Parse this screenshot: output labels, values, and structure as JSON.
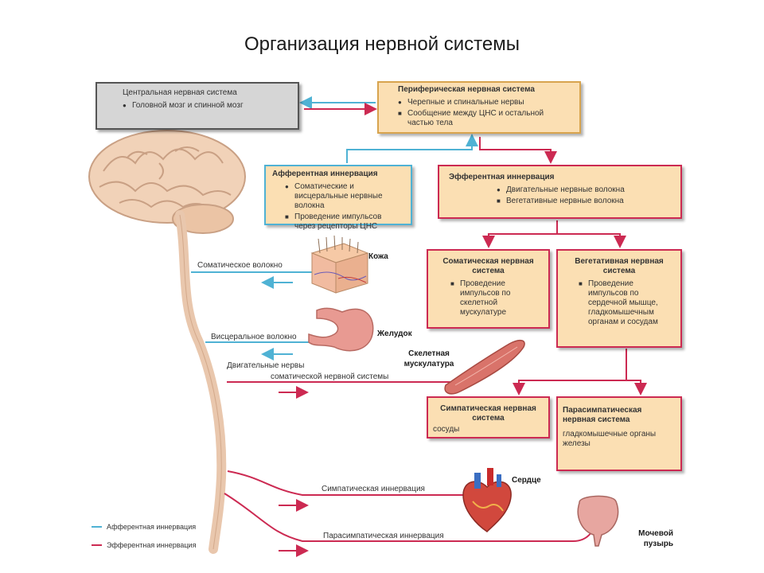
{
  "title": "Организация нервной системы",
  "colors": {
    "afferent": "#4fb2d4",
    "efferent": "#cc2a52",
    "box_fill": "#fbdfb3",
    "cns_fill": "#d6d6d6"
  },
  "cns": {
    "heading": "Центральная нервная система",
    "items": [
      "Головной мозг и спинной мозг"
    ]
  },
  "pns": {
    "heading": "Периферическая нервная система",
    "items": [
      "Черепные и спинальные нервы",
      "Сообщение между ЦНС и остальной частью тела"
    ]
  },
  "afferent": {
    "heading": "Афферентная иннервация",
    "items": [
      "Соматические и висцеральные нервные волокна",
      "Проведение импульсов через рецепторы ЦНС"
    ]
  },
  "efferent": {
    "heading": "Эфферентная иннервация",
    "items": [
      "Двигательные нервные волокна",
      "Вегетативные нервные волокна"
    ]
  },
  "somatic": {
    "heading": "Соматическая нервная система",
    "items": [
      "Проведение импульсов по скелетной мускулатуре"
    ]
  },
  "vegetative": {
    "heading": "Вегетативная нервная система",
    "items": [
      "Проведение импульсов по сердечной мышце, гладкомышечным органам и сосудам"
    ]
  },
  "sympathetic": {
    "heading": "Симпатическая нервная система",
    "text": "сосуды"
  },
  "parasympathetic": {
    "heading": "Парасимпатическая нервная система",
    "text": "гладкомышечные органы железы"
  },
  "labels": {
    "somatic_fiber": "Соматическое волокно",
    "skin": "Кожа",
    "visceral_fiber": "Висцеральное волокно",
    "stomach": "Желудок",
    "skeletal_muscle": "Скелетная мускулатура",
    "motor_nerves": "Двигательные нервы",
    "somatic_ns": "соматической нервной системы",
    "sympathetic_innervation": "Симпатическая иннервация",
    "heart": "Сердце",
    "parasympathetic_innervation": "Парасимпатическая иннервация",
    "bladder": "Мочевой пузырь"
  },
  "legend": [
    {
      "label": "Афферентная иннервация",
      "color": "#4fb2d4"
    },
    {
      "label": "Эфферентная иннервация",
      "color": "#cc2a52"
    }
  ]
}
